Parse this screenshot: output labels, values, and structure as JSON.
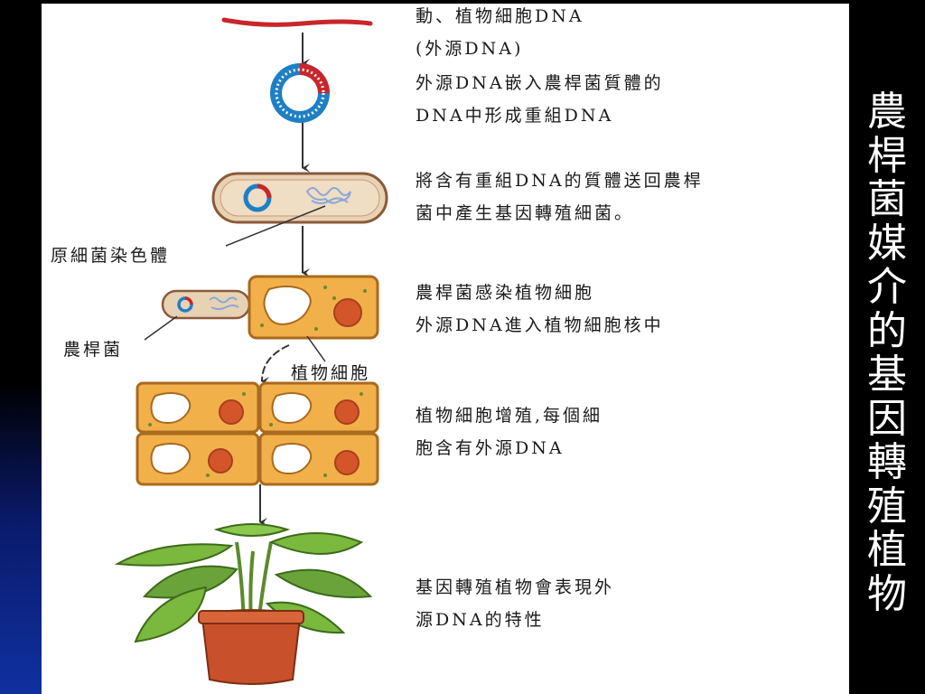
{
  "title": [
    "農",
    "桿",
    "菌",
    "媒",
    "介",
    "的",
    "基",
    "因",
    "轉",
    "殖",
    "植",
    "物"
  ],
  "steps": [
    {
      "line1": "動、植物細胞DNA",
      "line2": "(外源DNA)"
    },
    {
      "line1": "外源DNA嵌入農桿菌質體的",
      "line2": "DNA中形成重組DNA"
    },
    {
      "line1": "將含有重組DNA的質體送回農桿",
      "line2": "菌中產生基因轉殖細菌。"
    },
    {
      "line1": "農桿菌感染植物細胞",
      "line2": "外源DNA進入植物細胞核中"
    },
    {
      "line1": "植物細胞增殖,每個細",
      "line2": "胞含有外源DNA"
    },
    {
      "line1": "基因轉殖植物會表現外",
      "line2": "源DNA的特性"
    }
  ],
  "callouts": {
    "chromosome": "原細菌染色體",
    "agrobacterium": "農桿菌",
    "plant_cell": "植物細胞"
  },
  "colors": {
    "dna_red": "#c8262b",
    "plasmid_blue": "#1f7fc4",
    "cell_orange": "#f2b04a",
    "nucleus": "#d4552a",
    "leaf_green": "#6aa33a",
    "pot": "#c8502a"
  }
}
